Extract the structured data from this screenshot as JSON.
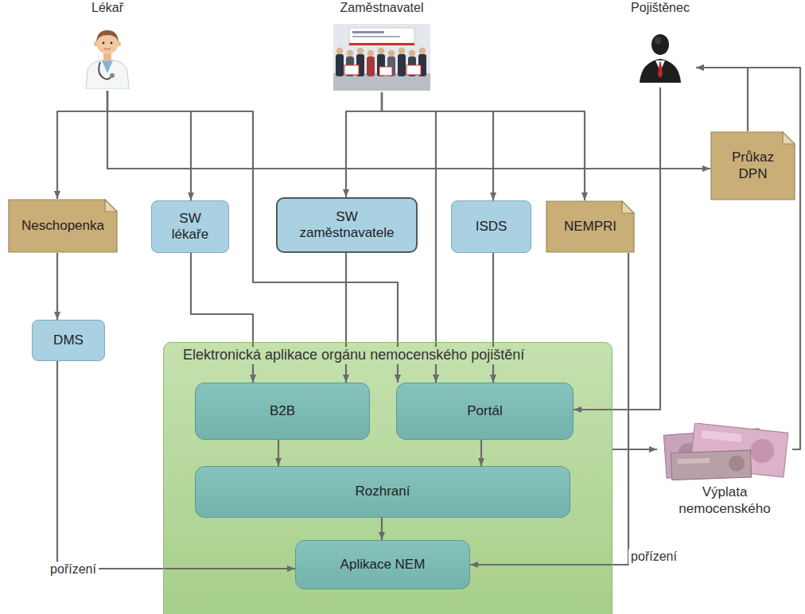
{
  "diagram": {
    "nodes": [
      {
        "text": [
          "Lékař"
        ]
      },
      {
        "text": [
          "Zaměstnavatel"
        ]
      },
      {
        "text": [
          "Pojištěnec"
        ]
      },
      {
        "text": [
          "Neschopenka"
        ]
      },
      {
        "text": [
          "SW lékaře"
        ]
      },
      {
        "text": [
          "SW zaměstnavatele"
        ]
      },
      {
        "text": [
          "ISDS"
        ]
      },
      {
        "text": [
          "NEMPRI"
        ]
      },
      {
        "text": [
          "Průkaz DPN"
        ]
      },
      {
        "text": [
          "DMS"
        ]
      },
      {
        "text": [
          "Elektronická aplikace orgánu nemocenského pojištění"
        ]
      },
      {
        "text": [
          "B2B"
        ],
        "in": 10
      },
      {
        "text": [
          "Portál"
        ],
        "in": 10
      },
      {
        "text": [
          "Rozhraní"
        ],
        "in": 10
      },
      {
        "text": [
          "Aplikace NEM"
        ],
        "in": 10
      },
      {
        "text": [
          "Výplata nemocenského"
        ]
      }
    ],
    "edges": [
      {
        "from": 0,
        "to": 3,
        "arrow": "to"
      },
      {
        "from": 0,
        "to": 4,
        "arrow": "to"
      },
      {
        "from": 0,
        "to": 12,
        "arrow": "to"
      },
      {
        "from": 0,
        "to": 8,
        "arrow": "to"
      },
      {
        "from": 1,
        "to": 5,
        "arrow": "to"
      },
      {
        "from": 1,
        "to": 12,
        "arrow": "to"
      },
      {
        "from": 1,
        "to": 6,
        "arrow": "to"
      },
      {
        "from": 1,
        "to": 7,
        "arrow": "to"
      },
      {
        "from": 2,
        "to": 12,
        "arrow": "to"
      },
      {
        "from": 3,
        "to": 9,
        "arrow": "to"
      },
      {
        "from": 9,
        "to": 14,
        "label": "pořízení",
        "arrow": "to"
      },
      {
        "from": 7,
        "to": 14,
        "label": "pořízení",
        "arrow": "to"
      },
      {
        "from": 4,
        "to": 11,
        "arrow": "to"
      },
      {
        "from": 5,
        "to": 11,
        "arrow": "to"
      },
      {
        "from": 6,
        "to": 12,
        "arrow": "to"
      },
      {
        "from": 11,
        "to": 13,
        "arrow": "to"
      },
      {
        "from": 12,
        "to": 13,
        "arrow": "to"
      },
      {
        "from": 13,
        "to": 14,
        "arrow": "to"
      },
      {
        "from": 10,
        "to": 15,
        "arrow": "to"
      },
      {
        "from": 15,
        "to": 2,
        "arrow": "to"
      },
      {
        "from": 8,
        "to": 2,
        "arrow": "to"
      }
    ]
  }
}
